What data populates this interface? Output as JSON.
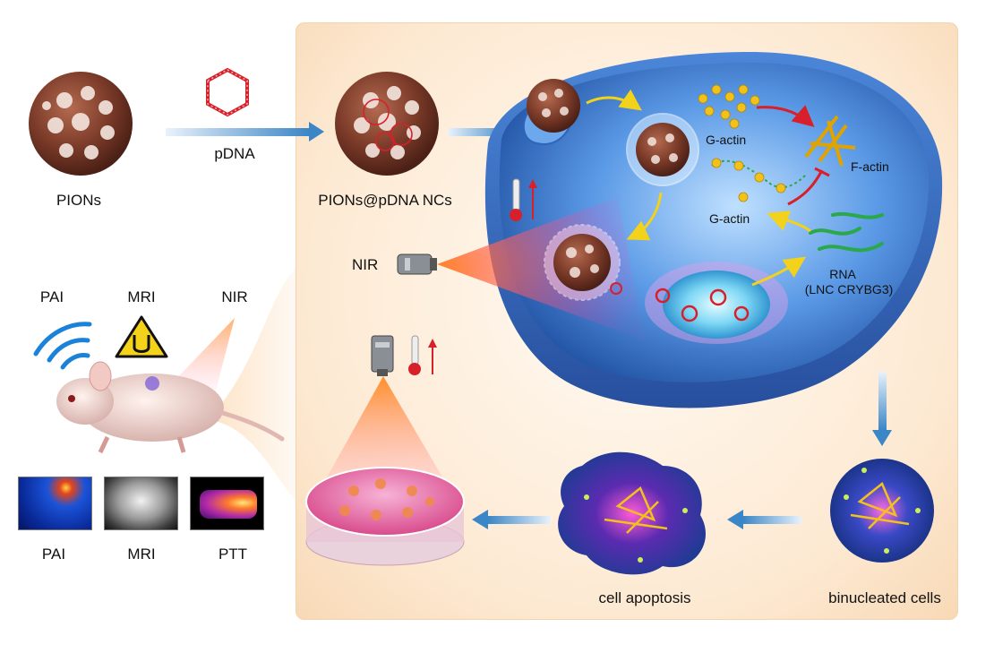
{
  "labels": {
    "pions": "PIONs",
    "pdna": "pDNA",
    "pions_pdna": "PIONs@pDNA NCs",
    "nir_cell": "NIR",
    "g_actin_top": "G-actin",
    "g_actin_mid": "G-actin",
    "f_actin": "F-actin",
    "rna": "RNA",
    "rna_sub": "(LNC CRYBG3)",
    "pai_top": "PAI",
    "mri_top": "MRI",
    "nir_top": "NIR",
    "pai_bottom": "PAI",
    "mri_bottom": "MRI",
    "ptt_bottom": "PTT",
    "cell_apoptosis": "cell apoptosis",
    "binucleated_cells": "binucleated cells"
  },
  "icons": [
    "nanoparticle-sphere-icon",
    "plasmid-dna-icon",
    "thermometer-icon",
    "laser-icon",
    "wifi-signal-icon",
    "magnet-warning-icon",
    "mouse-icon",
    "petri-dish-icon",
    "cell-icon"
  ],
  "colors": {
    "particle": "#7a3a28",
    "arrow_blue": "#4a90c8",
    "cell_blue": "#3b72c8",
    "panel_bg": "#fde9d2",
    "red": "#d8202a",
    "yellow": "#f2d21a",
    "green": "#2aa84a"
  }
}
